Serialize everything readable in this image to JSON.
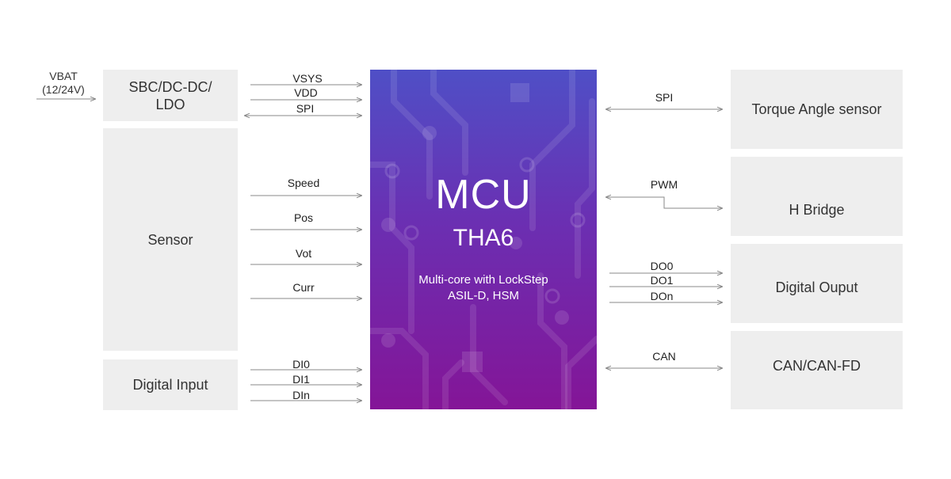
{
  "input": {
    "vbat_line1": "VBAT",
    "vbat_line2": "(12/24V)"
  },
  "left_blocks": {
    "sbc_line1": "SBC/DC-DC/",
    "sbc_line2": "LDO",
    "sensor": "Sensor",
    "digital_input": "Digital Input"
  },
  "mcu": {
    "title": "MCU",
    "model": "THA6",
    "desc_line1": "Multi-core  with LockStep",
    "desc_line2": "ASIL-D, HSM"
  },
  "right_blocks": {
    "torque": "Torque Angle sensor",
    "hbridge": "H Bridge",
    "digital_output": "Digital Ouput",
    "can": "CAN/CAN-FD"
  },
  "signals": {
    "vsys": "VSYS",
    "vdd": "VDD",
    "spi_left": "SPI",
    "speed": "Speed",
    "pos": "Pos",
    "vot": "Vot",
    "curr": "Curr",
    "di0": "DI0",
    "di1": "DI1",
    "din": "DIn",
    "spi_right": "SPI",
    "pwm": "PWM",
    "do0": "DO0",
    "do1": "DO1",
    "don": "DOn",
    "can": "CAN"
  },
  "colors": {
    "block_bg": "#eeeeee",
    "mcu_top": "#4f4fc6",
    "mcu_bottom": "#841597",
    "wire": "#8a8a8a"
  }
}
